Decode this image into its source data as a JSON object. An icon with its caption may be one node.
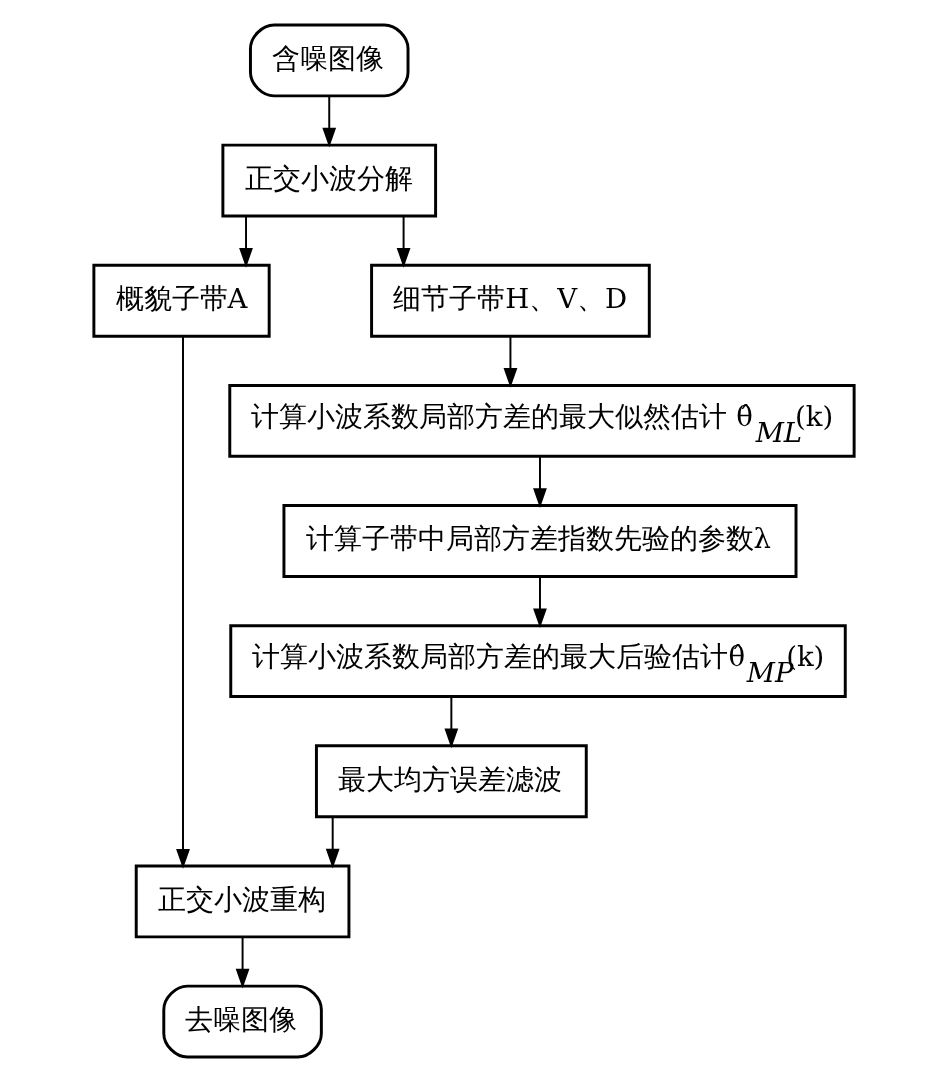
{
  "diagram": {
    "nodes": [
      {
        "text": [
          "含噪图像"
        ]
      },
      {
        "text": [
          "正交小波分解"
        ]
      },
      {
        "text": [
          "概貌子带A"
        ]
      },
      {
        "text": [
          "细节子带H、V、D"
        ]
      },
      {
        "text": [
          "计算小波系数局部方差的最大似然估计 θ̂$_{ML}$(k)"
        ]
      },
      {
        "text": [
          "计算子带中局部方差指数先验的参数λ"
        ]
      },
      {
        "text": [
          "计算小波系数局部方差的最大后验估计θ̂$_{MP}$(k)"
        ]
      },
      {
        "text": [
          "最大均方误差滤波"
        ]
      },
      {
        "text": [
          "正交小波重构"
        ]
      },
      {
        "text": [
          "去噪图像"
        ]
      }
    ],
    "edges": [
      {
        "from": 0,
        "to": 1,
        "arrow": "to"
      },
      {
        "from": 1,
        "to": 2,
        "arrow": "to"
      },
      {
        "from": 1,
        "to": 3,
        "arrow": "to"
      },
      {
        "from": 3,
        "to": 4,
        "arrow": "to"
      },
      {
        "from": 4,
        "to": 5,
        "arrow": "to"
      },
      {
        "from": 5,
        "to": 6,
        "arrow": "to"
      },
      {
        "from": 6,
        "to": 7,
        "arrow": "to"
      },
      {
        "from": 2,
        "to": 8,
        "arrow": "to"
      },
      {
        "from": 7,
        "to": 8,
        "arrow": "to"
      },
      {
        "from": 8,
        "to": 9,
        "arrow": "to"
      }
    ]
  }
}
